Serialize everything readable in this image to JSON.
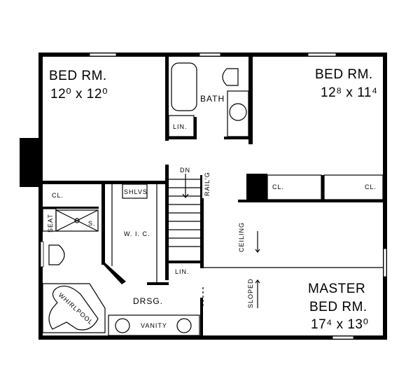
{
  "rooms": {
    "bed_left": {
      "name": "BED RM.",
      "dims": "12⁰ x 12⁰"
    },
    "bed_right": {
      "name": "BED RM.",
      "dims": "12⁸ x 11⁴"
    },
    "master": {
      "name1": "MASTER",
      "name2": "BED RM.",
      "dims": "17⁴ x 13⁰"
    },
    "bath": "BATH",
    "lin_upper": "LIN.",
    "lin_lower": "LIN.",
    "cl_left": "CL.",
    "cl_mid": "CL.",
    "cl_right": "CL.",
    "seat": "SEAT",
    "shower": "S.",
    "shelves": "SHLVS",
    "wic": "W. I. C.",
    "whirlpool": "WHIRLPOOL",
    "dressing": "DRSG.",
    "vanity": "VANITY",
    "stairs_dn": "DN",
    "railing": "RAIL'G",
    "ceiling": "CEILING",
    "sloped": "SLOPED"
  }
}
